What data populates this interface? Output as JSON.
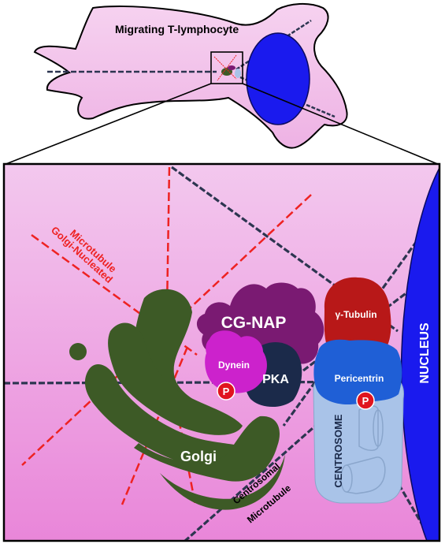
{
  "cell_title": "Migrating T-lymphocyte",
  "labels": {
    "golgi_mt_line1": "Golgi-Nucleated",
    "golgi_mt_line2": "Microtubule",
    "cgnap": "CG-NAP",
    "gamma_tubulin": "γ-Tubulin",
    "dynein": "Dynein",
    "pka": "PKA",
    "pericentrin": "Pericentrin",
    "nucleus": "NUCLEUS",
    "centrosome": "CENTROSOME",
    "golgi": "Golgi",
    "centrosomal_mt_line1": "Centrosomal",
    "centrosomal_mt_line2": "Microtubule",
    "phospho": "P"
  },
  "colors": {
    "cell_fill": "#f6c6ee",
    "nucleus": "#1a1aee",
    "golgi": "#3d5a26",
    "cgnap": "#7a1a72",
    "dynein": "#cc22cc",
    "pka": "#1b2a4a",
    "gamma_tubulin": "#b81818",
    "pericentrin": "#1f5fd6",
    "centrosome": "#a9c3e8",
    "phospho": "#e0141e",
    "golgi_microtubule": "#ee2222",
    "centrosomal_microtubule": "#2c3550"
  }
}
